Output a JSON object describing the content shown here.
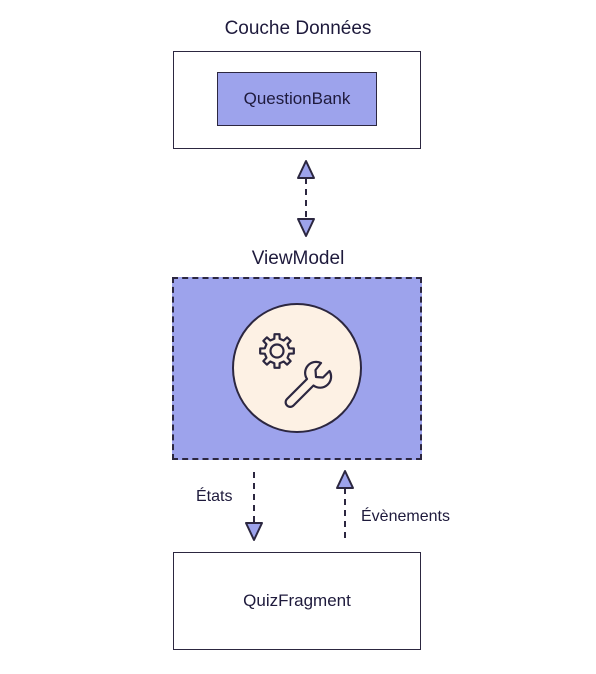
{
  "data_layer": {
    "title": "Couche Données",
    "component": "QuestionBank"
  },
  "viewmodel": {
    "title": "ViewModel"
  },
  "ui_layer": {
    "component": "QuizFragment"
  },
  "arrows": {
    "states_label": "États",
    "events_label": "Évènements"
  },
  "colors": {
    "accent": "#9da3ec",
    "circle_fill": "#fdf1e4",
    "stroke": "#2c2740",
    "text": "#1e1a3c"
  },
  "icons": [
    "gear-icon",
    "wrench-icon"
  ]
}
